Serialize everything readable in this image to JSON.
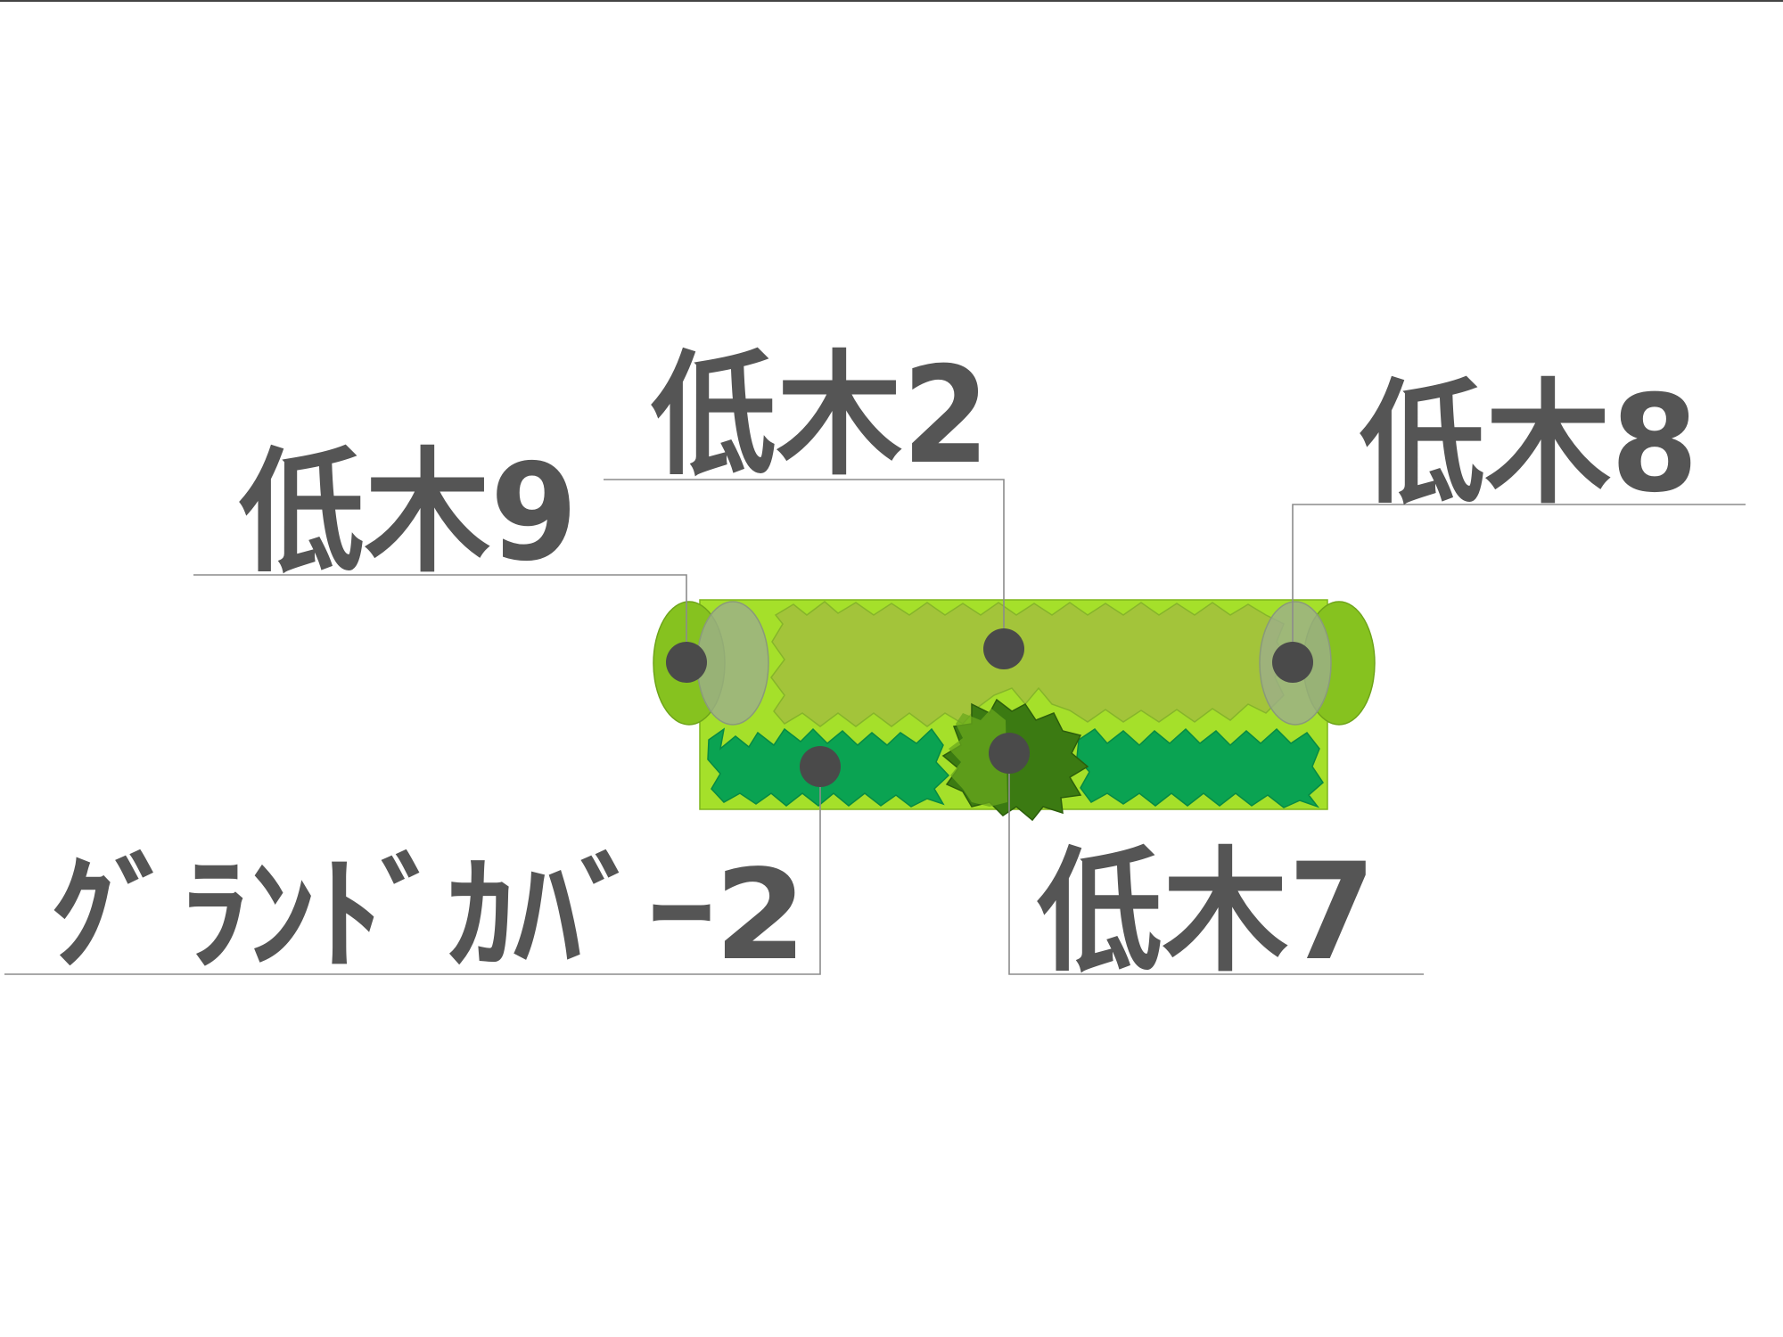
{
  "labels": {
    "shrub_9": "低木9",
    "shrub_2": "低木2",
    "shrub_8": "低木8",
    "ground_cover_2": "ｸﾞﾗﾝﾄﾞｶﾊﾞｰ2",
    "shrub_7": "低木7"
  },
  "colors": {
    "label_text": "#555555",
    "leader_line": "#8c8c8c",
    "marker": "#4a4a4a",
    "bed_base": "#a5e02a",
    "bed_light": "#a3c43a",
    "ground_cover": "#0aa352",
    "shrub_7_dark": "#3b7a12",
    "shrub_end": "#86c21f",
    "shrub_end_grey": "#9cae8c"
  }
}
